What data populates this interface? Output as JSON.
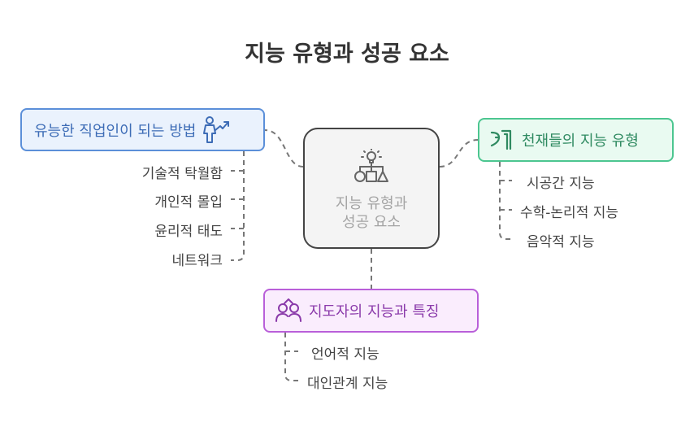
{
  "title": "지능 유형과 성공 요소",
  "center": {
    "line1": "지능 유형과",
    "line2": "성공 요소"
  },
  "branches": {
    "career": {
      "label": "유능한 직업인이 되는 방법",
      "icon": "person-growth-icon",
      "items": [
        "기술적 탁월함",
        "개인적 몰입",
        "윤리적 태도",
        "네트워크"
      ]
    },
    "genius": {
      "label": "천재들의 지능 유형",
      "icon": "numbers-icon",
      "items": [
        "시공간 지능",
        "수학-논리적 지능",
        "음악적 지능"
      ]
    },
    "leader": {
      "label": "지도자의 지능과 특징",
      "icon": "people-icon",
      "items": [
        "언어적 지능",
        "대인관계 지능"
      ]
    }
  },
  "colors": {
    "career": "#5b8fd9",
    "genius": "#4cc690",
    "leader": "#b95fd9",
    "connector": "#777777"
  }
}
